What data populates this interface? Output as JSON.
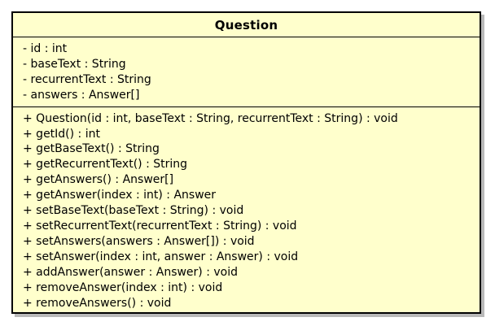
{
  "class": {
    "name": "Question",
    "attributes": [
      "- id : int",
      "- baseText : String",
      "- recurrentText : String",
      "- answers : Answer[]"
    ],
    "operations": [
      "+ Question(id : int, baseText : String, recurrentText : String) : void",
      "+ getId() : int",
      "+ getBaseText() : String",
      "+ getRecurrentText() : String",
      "+ getAnswers() : Answer[]",
      "+ getAnswer(index : int) : Answer",
      "+ setBaseText(baseText : String) : void",
      "+ setRecurrentText(recurrentText : String) : void",
      "+ setAnswers(answers : Answer[]) : void",
      "+ setAnswer(index : int, answer : Answer) : void",
      "+ addAnswer(answer : Answer) : void",
      "+ removeAnswer(index : int) : void",
      "+ removeAnswers() : void"
    ]
  },
  "colors": {
    "fill": "#ffffcc",
    "border": "#000000",
    "shadow": "#b9b9b9"
  }
}
